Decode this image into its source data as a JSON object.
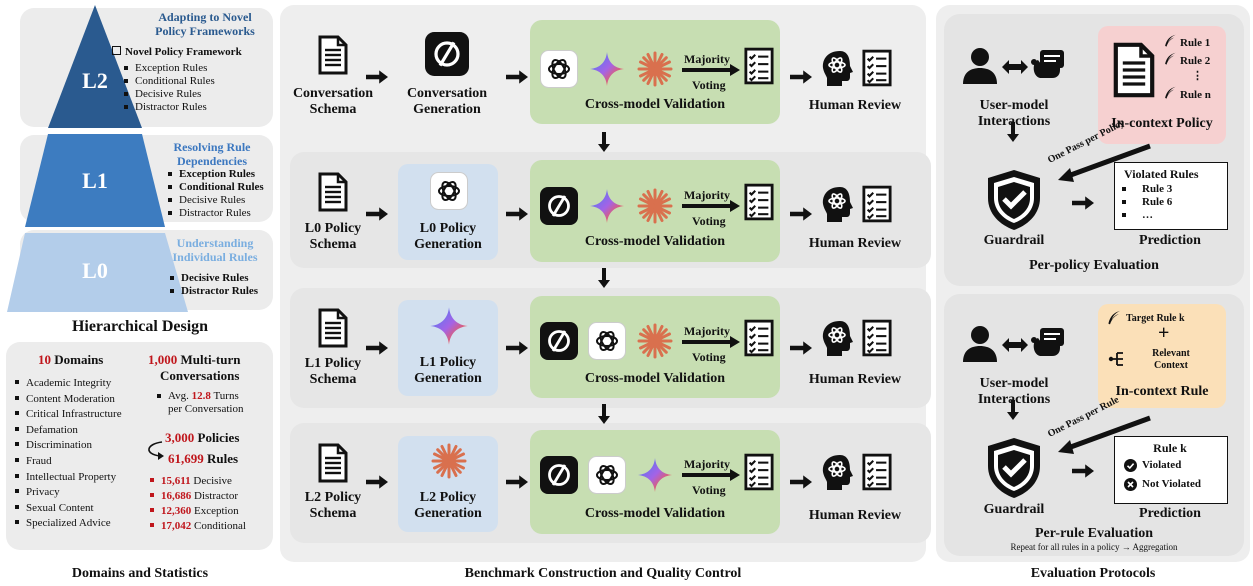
{
  "hier": {
    "l2": {
      "badge": "L2",
      "title": "Adapting to Novel Policy Frameworks",
      "head": "Novel Policy Framework",
      "items": [
        "Exception Rules",
        "Conditional Rules",
        "Decisive Rules",
        "Distractor Rules"
      ]
    },
    "l1": {
      "badge": "L1",
      "title": "Resolving Rule Dependencies",
      "items": [
        "Exception Rules",
        "Conditional Rules",
        "Decisive Rules",
        "Distractor Rules"
      ]
    },
    "l0": {
      "badge": "L0",
      "title": "Understanding Individual Rules",
      "items": [
        "Decisive Rules",
        "Distractor Rules"
      ]
    },
    "caption": "Hierarchical Design"
  },
  "stats": {
    "domains_num": "10",
    "domains_label": "Domains",
    "domains": [
      "Academic Integrity",
      "Content Moderation",
      "Critical Infrastructure",
      "Defamation",
      "Discrimination",
      "Fraud",
      "Intellectual Property",
      "Privacy",
      "Sexual Content",
      "Specialized Advice"
    ],
    "conv_num": "1,000",
    "conv_label": "Multi-turn",
    "conv_label2": "Conversations",
    "avg_pre": "Avg.",
    "avg_num": "12.8",
    "avg_post": "Turns",
    "avg_post2": "per Conversation",
    "policies_num": "3,000",
    "policies_label": "Policies",
    "rules_num": "61,699",
    "rules_label": "Rules",
    "breakdown": [
      {
        "num": "15,611",
        "label": "Decisive"
      },
      {
        "num": "16,686",
        "label": "Distractor"
      },
      {
        "num": "12,360",
        "label": "Exception"
      },
      {
        "num": "17,042",
        "label": "Conditional"
      }
    ],
    "caption": "Domains and Statistics"
  },
  "pipeline": {
    "rows": [
      {
        "schema": "Conversation Schema",
        "gen": "Conversation Generation"
      },
      {
        "schema": "L0 Policy Schema",
        "gen": "L0 Policy Generation"
      },
      {
        "schema": "L1 Policy Schema",
        "gen": "L1 Policy Generation"
      },
      {
        "schema": "L2 Policy Schema",
        "gen": "L2 Policy Generation"
      }
    ],
    "validation": "Cross-model Validation",
    "majority": "Majority",
    "voting": "Voting",
    "review": "Human Review",
    "caption": "Benchmark Construction and Quality Control"
  },
  "eval": {
    "per_policy": {
      "interactions": "User-model Interactions",
      "policy_title": "In-context Policy",
      "rules": [
        "Rule 1",
        "Rule 2",
        "⋮",
        "Rule n"
      ],
      "pass": "One Pass per Policy",
      "guardrail": "Guardrail",
      "violated_title": "Violated Rules",
      "violated": [
        "Rule 3",
        "Rule 6",
        "…"
      ],
      "prediction": "Prediction",
      "caption": "Per-policy Evaluation"
    },
    "per_rule": {
      "interactions": "User-model Interactions",
      "target": "Target Rule k",
      "plus": "+",
      "relevant": "Relevant Context",
      "rule_title": "In-context Rule",
      "pass": "One Pass per Rule",
      "guardrail": "Guardrail",
      "result_title": "Rule k",
      "violated": "Violated",
      "not_violated": "Not Violated",
      "prediction": "Prediction",
      "caption": "Per-rule Evaluation",
      "note": "Repeat for all rules in a policy → Aggregation"
    },
    "caption": "Evaluation Protocols"
  }
}
